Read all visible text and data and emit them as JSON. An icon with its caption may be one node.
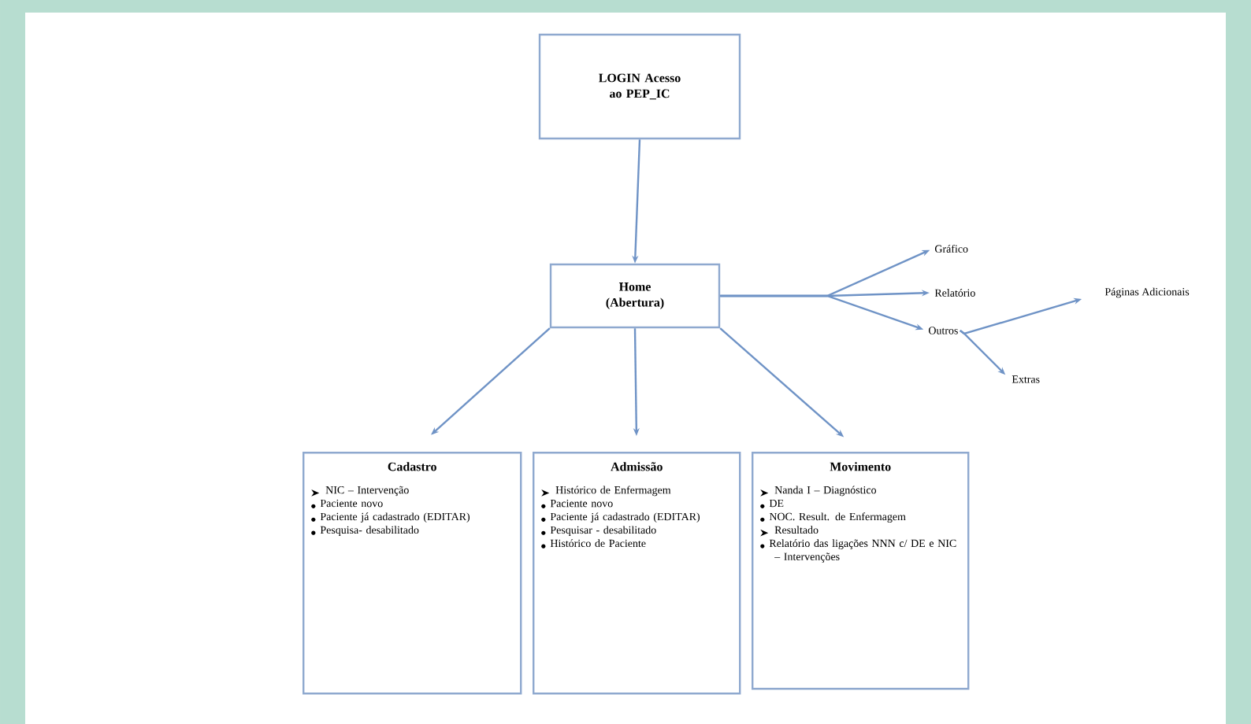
{
  "diagram": {
    "nodes": [
      {
        "text": [
          "LOGIN Acesso ao PEP_IC"
        ]
      },
      {
        "text": [
          "Home (Abertura)"
        ]
      },
      {
        "text": [
          "Gráfico"
        ]
      },
      {
        "text": [
          "Relatório"
        ]
      },
      {
        "text": [
          "Outros"
        ]
      },
      {
        "text": [
          "Páginas Adicionais"
        ]
      },
      {
        "text": [
          "Extras"
        ]
      },
      {
        "text": [
          "Cadastro",
          "NIC – Intervenção",
          "Paciente novo",
          "Paciente já cadastrado (EDITAR)",
          "Pesquisa- desabilitado"
        ]
      },
      {
        "text": [
          "Admissão",
          "Histórico de Enfermagem",
          "Paciente novo",
          "Paciente já cadastrado (EDITAR)",
          "Pesquisar - desabilitado",
          "Histórico de Paciente"
        ]
      },
      {
        "text": [
          "Movimento",
          "Nanda I – Diagnóstico",
          "DE",
          "NOC. Result. de Enfermagem",
          "Resultado",
          "Relatório das ligações NNN c/ DE e NIC – Intervenções"
        ]
      }
    ],
    "edges": [
      {
        "from": 0,
        "to": 1,
        "arrow": "to"
      },
      {
        "from": 1,
        "to": 2,
        "arrow": "to"
      },
      {
        "from": 1,
        "to": 3,
        "arrow": "to"
      },
      {
        "from": 1,
        "to": 4,
        "arrow": "to"
      },
      {
        "from": 4,
        "to": 5,
        "arrow": "to"
      },
      {
        "from": 4,
        "to": 6,
        "arrow": "to"
      },
      {
        "from": 1,
        "to": 7,
        "arrow": "to"
      },
      {
        "from": 1,
        "to": 8,
        "arrow": "to"
      },
      {
        "from": 1,
        "to": 9,
        "arrow": "to"
      }
    ]
  }
}
